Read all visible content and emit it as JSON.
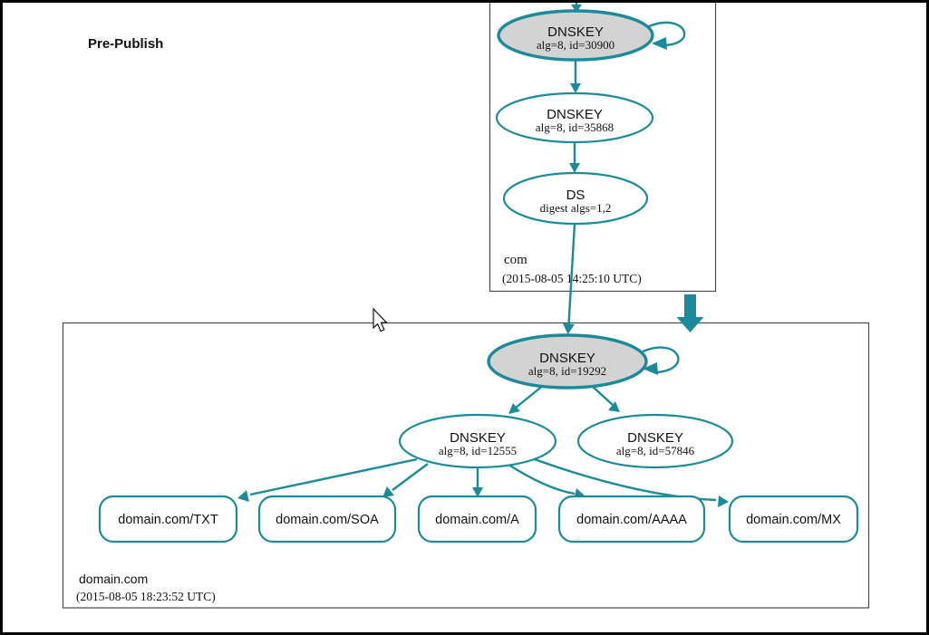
{
  "page": {
    "heading": "Pre-Publish"
  },
  "colors": {
    "edge_teal": "#1b8a9a",
    "ksk_fill_gray": "#d3d3d3",
    "zone_border_gray": "#4a4a4a",
    "page_border": "#000000"
  },
  "zones": {
    "com": {
      "name": "com",
      "timestamp": "(2015-08-05 14:25:10 UTC)",
      "ksk": {
        "type": "DNSKEY",
        "detail": "alg=8, id=30900"
      },
      "zsk": {
        "type": "DNSKEY",
        "detail": "alg=8, id=35868"
      },
      "ds": {
        "type": "DS",
        "detail": "digest algs=1,2"
      }
    },
    "domain": {
      "name": "domain.com",
      "timestamp": "(2015-08-05 18:23:52 UTC)",
      "ksk": {
        "type": "DNSKEY",
        "detail": "alg=8, id=19292"
      },
      "zsk1": {
        "type": "DNSKEY",
        "detail": "alg=8, id=12555"
      },
      "zsk2": {
        "type": "DNSKEY",
        "detail": "alg=8, id=57846"
      },
      "records": [
        {
          "label": "domain.com/TXT"
        },
        {
          "label": "domain.com/SOA"
        },
        {
          "label": "domain.com/A"
        },
        {
          "label": "domain.com/AAAA"
        },
        {
          "label": "domain.com/MX"
        }
      ]
    }
  }
}
